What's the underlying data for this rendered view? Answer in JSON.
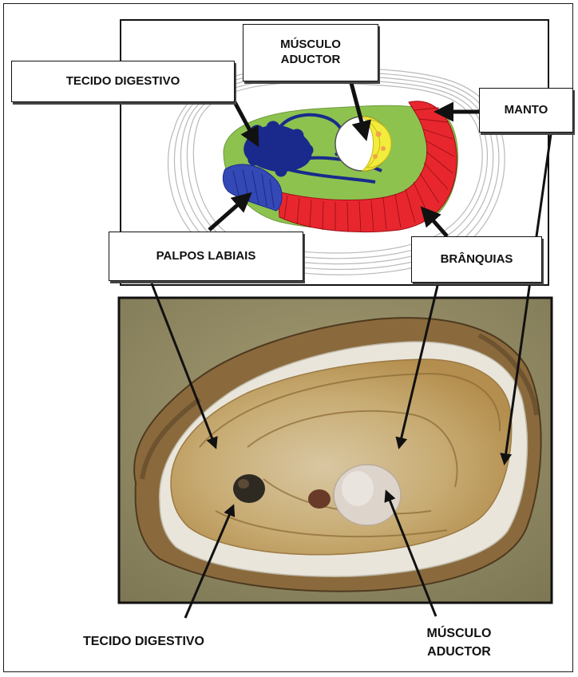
{
  "diagram": {
    "top_labels": {
      "musculo_aductor": "MÚSCULO\nADUCTOR",
      "tecido_digestivo": "TECIDO DIGESTIVO",
      "manto": "MANTO",
      "palpos_labiais": "PALPOS LABIAIS",
      "branquias": "BRÂNQUIAS"
    },
    "bottom_labels": {
      "tecido_digestivo": "TECIDO DIGESTIVO",
      "musculo_aductor": "MÚSCULO\nADUCTOR"
    },
    "colors": {
      "mantle_green": "#8dc24f",
      "gills_red": "#e8262e",
      "digestive_navy": "#1a2a8c",
      "palps_blue": "#3449b5",
      "muscle_yellow": "#f2ec3c",
      "arrow_black": "#111111"
    }
  }
}
